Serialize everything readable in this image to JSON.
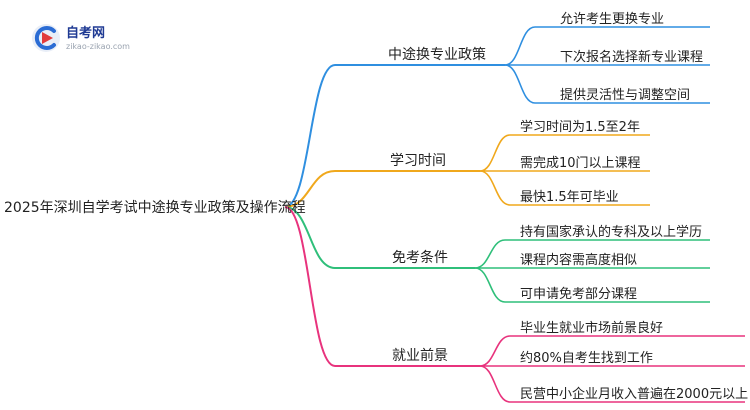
{
  "logo": {
    "title": "自考网",
    "url": "zikao-zikao.com"
  },
  "root": "2025年深圳自学考试中途换专业政策及操作流程",
  "branches": [
    {
      "label": "中途换专业政策",
      "color": "#2f8fe0",
      "leaves": [
        "允许考生更换专业",
        "下次报名选择新专业课程",
        "提供灵活性与调整空间"
      ]
    },
    {
      "label": "学习时间",
      "color": "#f0a81c",
      "leaves": [
        "学习时间为1.5至2年",
        "需完成10门以上课程",
        "最快1.5年可毕业"
      ]
    },
    {
      "label": "免考条件",
      "color": "#2fbf7a",
      "leaves": [
        "持有国家承认的专科及以上学历",
        "课程内容需高度相似",
        "可申请免考部分课程"
      ]
    },
    {
      "label": "就业前景",
      "color": "#e8337d",
      "leaves": [
        "毕业生就业市场前景良好",
        "约80%自考生找到工作",
        "民营中小企业月收入普遍在2000元以上"
      ]
    }
  ]
}
